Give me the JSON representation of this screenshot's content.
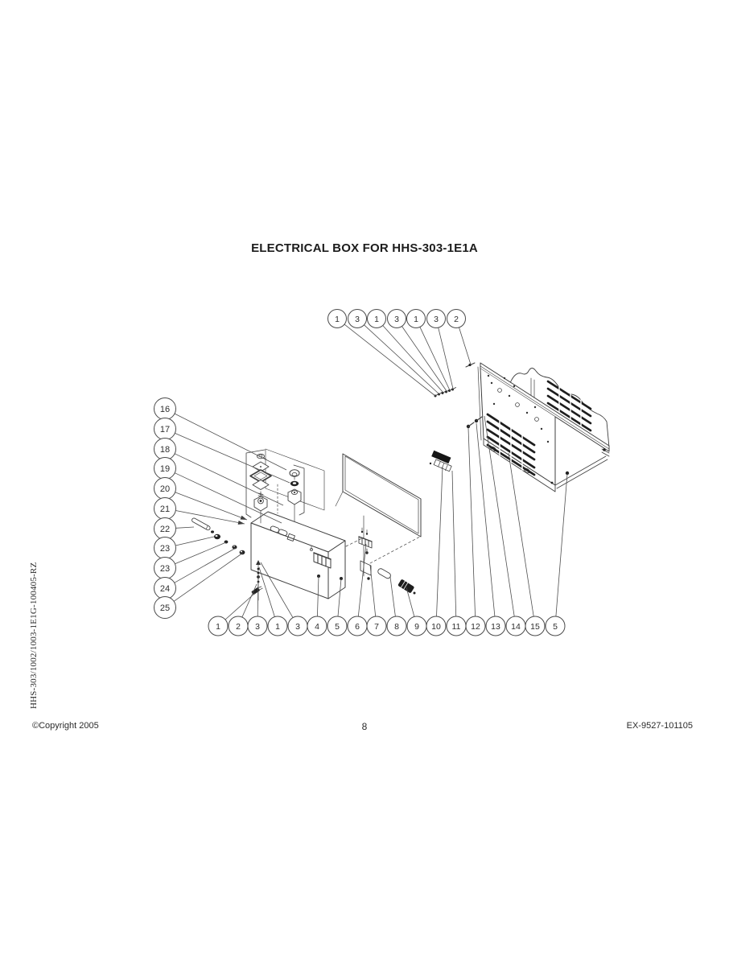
{
  "title": "ELECTRICAL BOX FOR HHS-303-1E1A",
  "callouts": {
    "top": [
      "1",
      "3",
      "1",
      "3",
      "1",
      "3",
      "2"
    ],
    "left": [
      "16",
      "17",
      "18",
      "19",
      "20",
      "21",
      "22",
      "23",
      "23",
      "24",
      "25"
    ],
    "bottom": [
      "1",
      "2",
      "3",
      "1",
      "3",
      "4",
      "5",
      "6",
      "7",
      "8",
      "9",
      "10",
      "11",
      "12",
      "13",
      "14",
      "15",
      "5"
    ]
  },
  "side_code": "HHS-303/1002/1003-1E1G-100405-RZ",
  "footer": {
    "copyright": "©Copyright 2005",
    "page_number": "8",
    "doc_number": "EX-9527-101105"
  },
  "colors": {
    "paper": "#ffffff",
    "line": "#3f3f3f",
    "dark_fill": "#1f1f1f"
  }
}
